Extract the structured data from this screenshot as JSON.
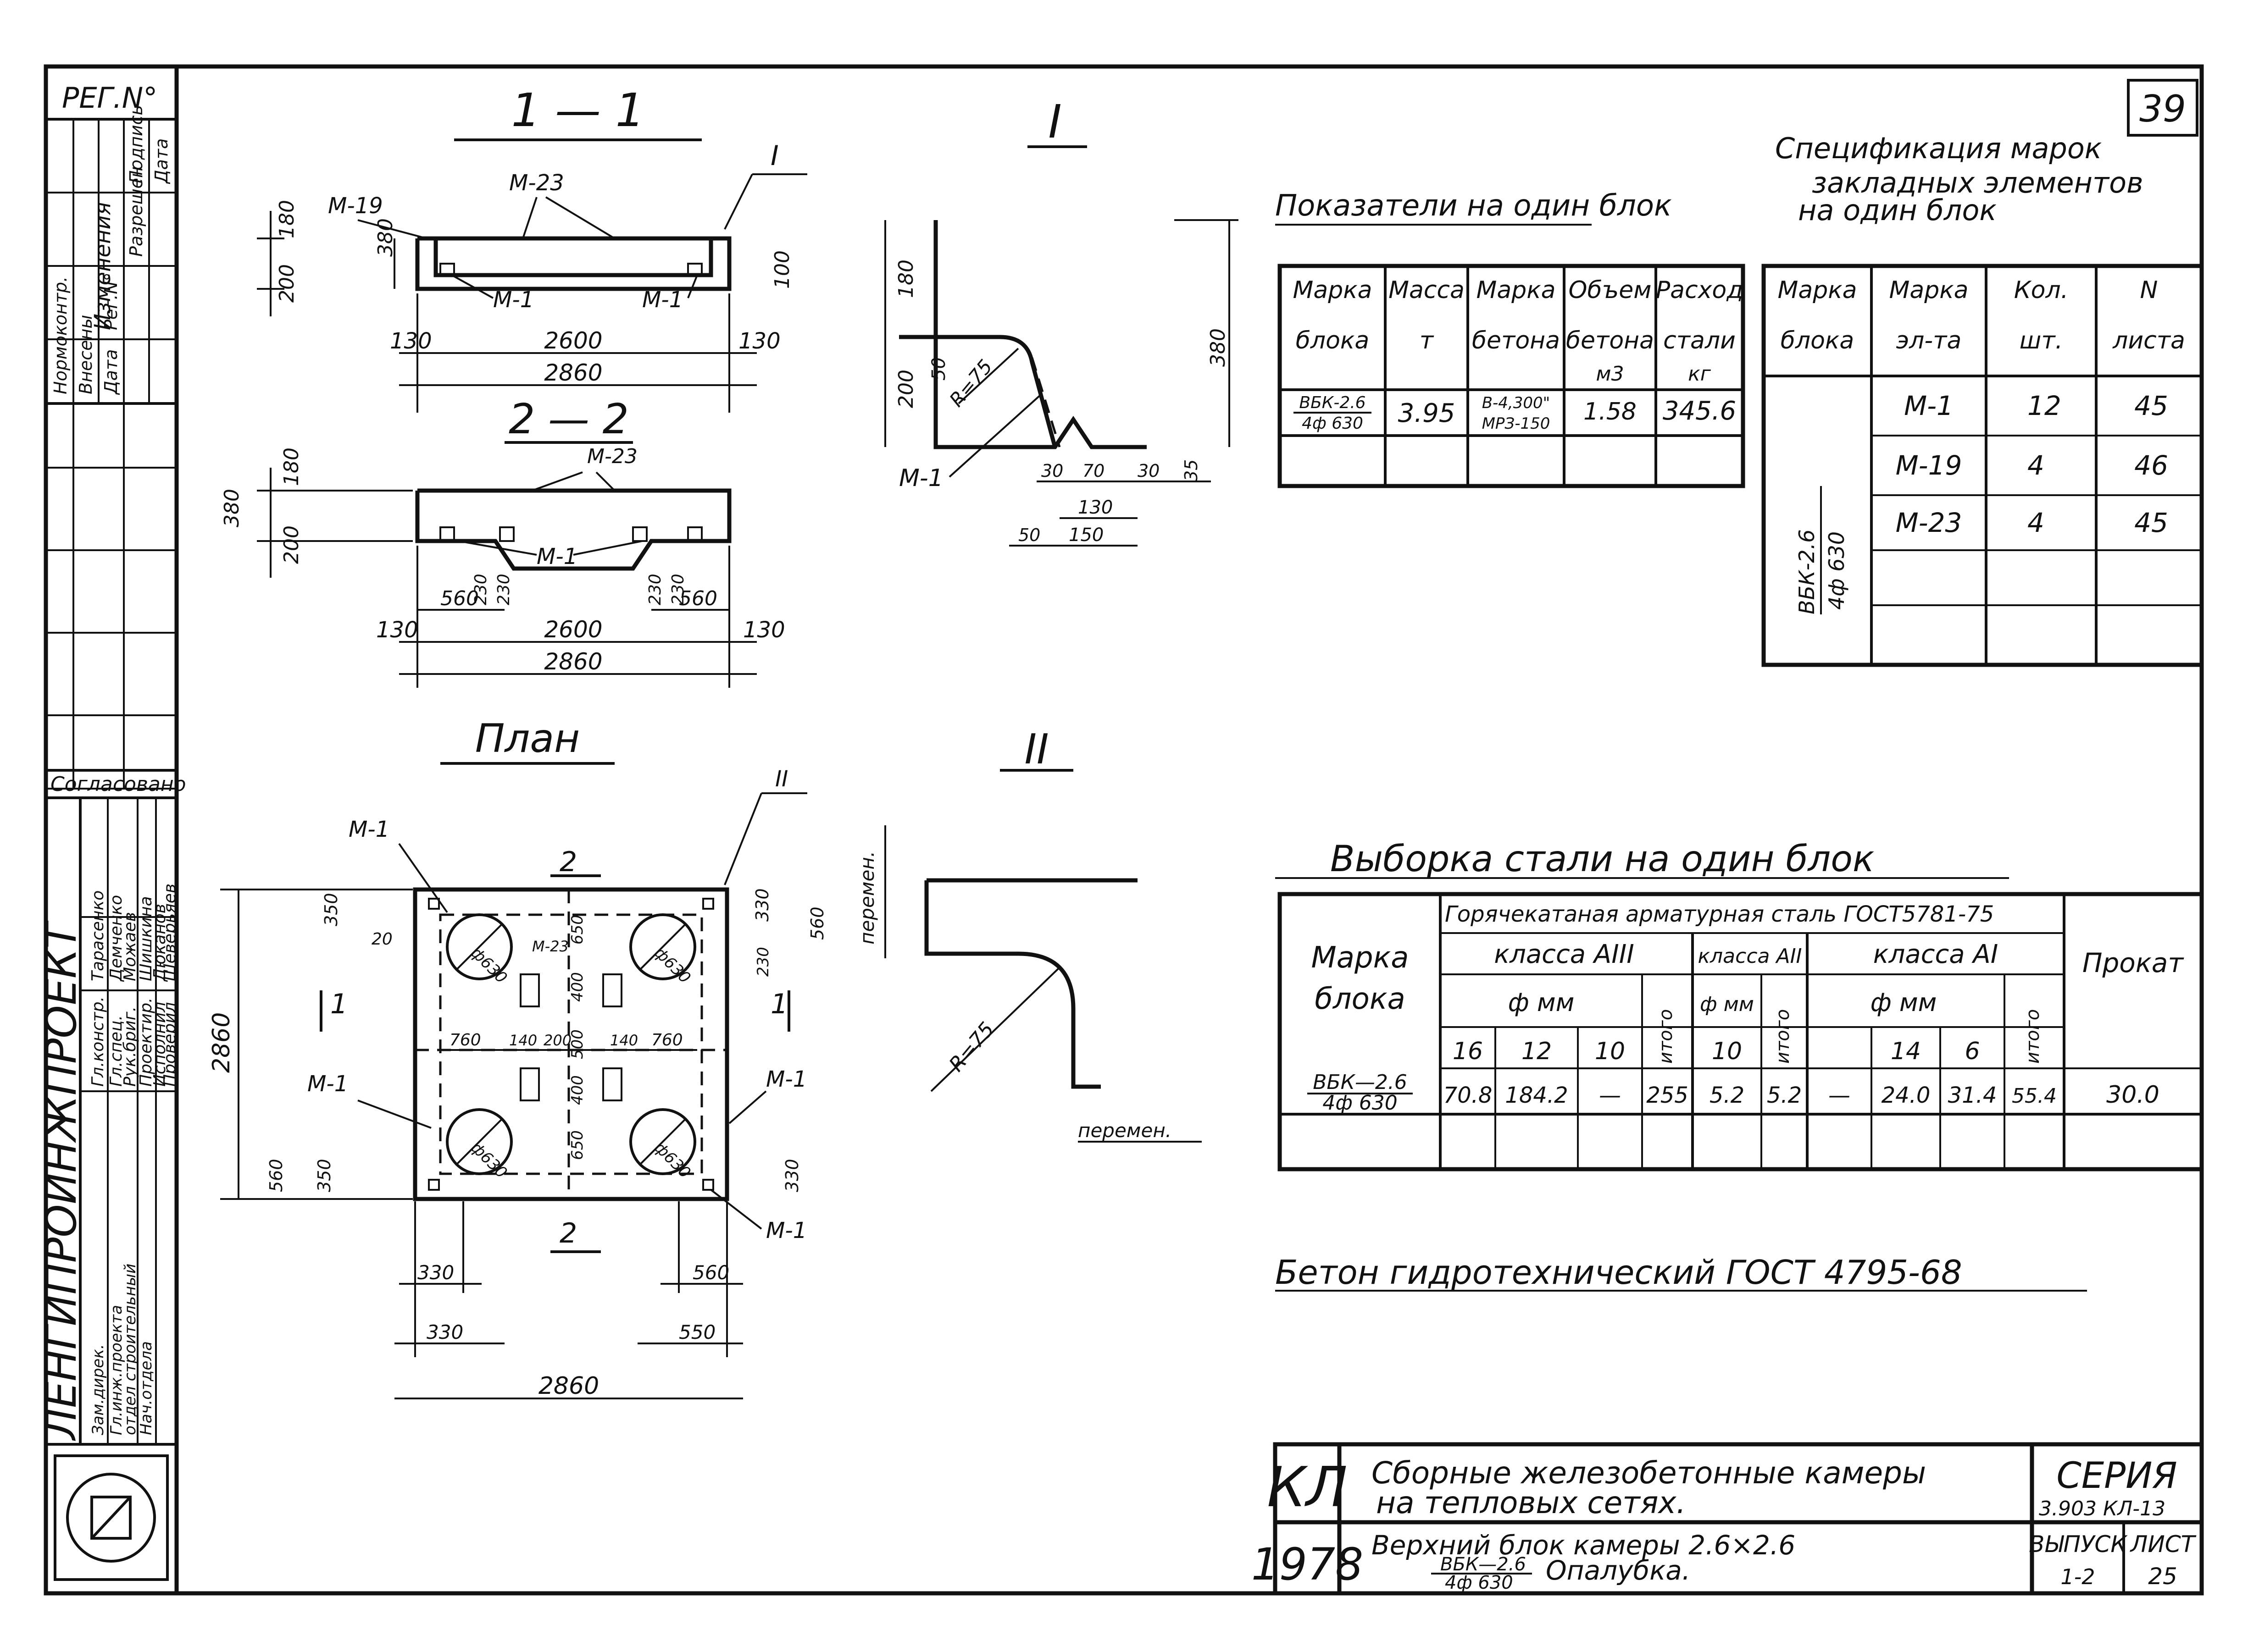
{
  "sheet_no": "39",
  "stamp": {
    "reg": "РЕГ.N°",
    "changes_title": "Изменения",
    "changes_cols": [
      "Нормоконтр.",
      "Внесены",
      "Дата",
      "Рег.N°",
      "Разрешен",
      "Подпись",
      "Дата"
    ],
    "agreed": "Согласовано",
    "roles": [
      "Гл.констр.",
      "Гл.спец.",
      "Рук.бриг.",
      "Проектир.",
      "Исполнил",
      "Проверил"
    ],
    "names": [
      "Тарасенко",
      "Демченко",
      "Можаев",
      "Шишкина",
      "Дюканов",
      "Шеверьяев"
    ],
    "left_roles": [
      "Зам.дирек.",
      "Гл.инж.проекта",
      "Нач.отдела",
      "отдел строительный"
    ],
    "org": "ЛЕНГИПРОИНЖПРОЕКТ"
  },
  "drawing": {
    "sec11": {
      "title": "1 — 1",
      "labels": [
        "М-19",
        "М-23",
        "М-1",
        "М-1",
        "I"
      ],
      "dims": [
        "380",
        "180",
        "200",
        "100",
        "130",
        "2600",
        "130",
        "2860"
      ]
    },
    "sec22": {
      "title": "2 — 2",
      "labels": [
        "М-23",
        "М-1"
      ],
      "dims": [
        "380",
        "180",
        "200",
        "230",
        "230",
        "230",
        "230",
        "560",
        "560",
        "130",
        "2600",
        "130",
        "2860"
      ]
    },
    "detail1": {
      "title": "I",
      "labels": [
        "М-1",
        "R=75"
      ],
      "dims": [
        "180",
        "200",
        "50",
        "380",
        "30",
        "70",
        "30",
        "35",
        "130",
        "50",
        "150"
      ]
    },
    "plan": {
      "title": "План",
      "labels": [
        "М-1",
        "М-1",
        "М-1",
        "М-1",
        "М-23",
        "II",
        "2",
        "2",
        "1",
        "1"
      ],
      "holes": [
        "ф630",
        "ф630",
        "ф630",
        "ф630"
      ],
      "dims": [
        "2860",
        "350",
        "20",
        "560",
        "350",
        "330",
        "560",
        "330",
        "230",
        "650",
        "400",
        "500",
        "400",
        "650",
        "760",
        "140",
        "200",
        "140",
        "760",
        "330",
        "560",
        "330",
        "550",
        "2860"
      ]
    },
    "detail2": {
      "title": "II",
      "labels": [
        "перемен.",
        "R=75",
        "перемен."
      ]
    }
  },
  "indicators": {
    "title": "Показатели на один блок",
    "headers": [
      [
        "Марка",
        "блока"
      ],
      [
        "Масса",
        "т"
      ],
      [
        "Марка",
        "бетона"
      ],
      [
        "Объем",
        "бетона",
        "м3"
      ],
      [
        "Расход",
        "стали",
        "кг"
      ]
    ],
    "row": {
      "mark_top": "ВБК-2.6",
      "mark_bottom": "4ф 630",
      "mass": "3.95",
      "concrete_top": "В-4,300\"",
      "concrete_bottom": "МРЗ-150",
      "volume": "1.58",
      "steel": "345.6"
    }
  },
  "spec": {
    "title_line1": "Спецификация марок",
    "title_line2": "закладных элементов",
    "title_line3": "на один блок",
    "headers": [
      [
        "Марка",
        "блока"
      ],
      [
        "Марка",
        "эл-та"
      ],
      [
        "Кол.",
        "шт."
      ],
      [
        "N",
        "листа"
      ]
    ],
    "block_mark_top": "ВБК-2.6",
    "block_mark_bottom": "4ф 630",
    "rows": [
      {
        "mark": "М-1",
        "qty": "12",
        "sheet": "45"
      },
      {
        "mark": "М-19",
        "qty": "4",
        "sheet": "46"
      },
      {
        "mark": "М-23",
        "qty": "4",
        "sheet": "45"
      }
    ]
  },
  "steel": {
    "title": "Выборка стали на один блок",
    "header_group": "Горячекатаная арматурная сталь ГОСТ5781-75",
    "col_mark": [
      "Марка",
      "блока"
    ],
    "class_a3": "класса АIII",
    "class_a2": "класса АII",
    "class_a1": "класса АI",
    "diam": "ф мм",
    "diam_short": "ф мм",
    "total": "итого",
    "prokat": "Прокат",
    "diameters_a3": [
      "16",
      "12",
      "10"
    ],
    "diameters_a2": [
      "10"
    ],
    "diameters_a1": [
      "14",
      "6"
    ],
    "row": {
      "mark_top": "ВБК—2.6",
      "mark_bottom": "4ф 630",
      "values": [
        "70.8",
        "184.2",
        "—",
        "255",
        "5.2",
        "5.2",
        "—",
        "24.0",
        "31.4",
        "55.4",
        "30.0"
      ]
    }
  },
  "note": "Бетон гидротехнический ГОСТ 4795-68",
  "title_block": {
    "code": "КЛ",
    "year": "1978",
    "title_line1": "Сборные железобетонные камеры",
    "title_line2": "на тепловых сетях.",
    "subtitle_line1": "Верхний блок камеры 2.6×2.6",
    "subtitle_mark_top": "ВБК—2.6",
    "subtitle_mark_bottom": "4ф 630",
    "subtitle_rest": "Опалубка.",
    "series_label": "СЕРИЯ",
    "series_value": "3.903 КЛ-13",
    "issue_label": "ВЫПУСК",
    "issue_value": "1-2",
    "sheet_label": "ЛИСТ",
    "sheet_value": "25"
  }
}
